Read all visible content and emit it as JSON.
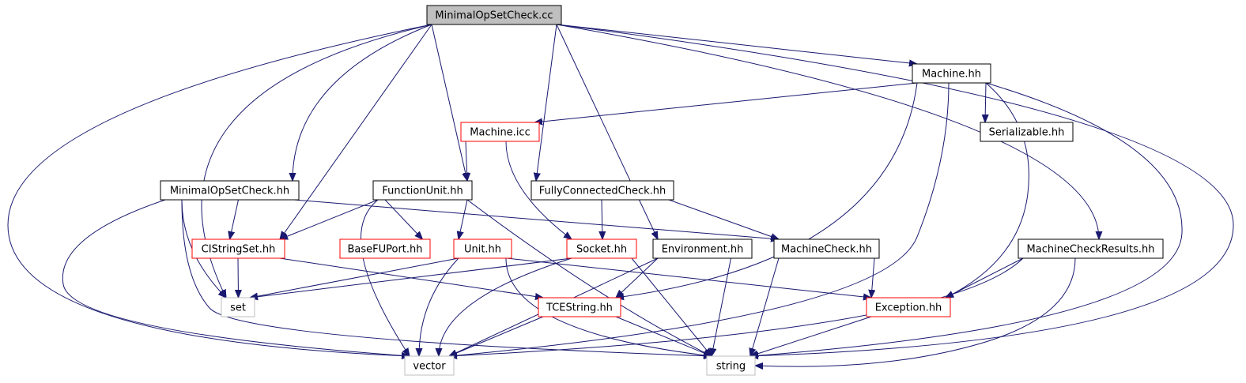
{
  "colors": {
    "edge": "#191970",
    "border_black": "#000000",
    "border_red": "#ff0000",
    "border_gray": "#bfbfbf",
    "root_fill": "#bfbfbf",
    "node_fill": "#ffffff"
  },
  "nodes": [
    {
      "id": "root",
      "label": "MinimalOpSetCheck.cc",
      "style": "root"
    },
    {
      "id": "machine_hh",
      "label": "Machine.hh",
      "style": "black"
    },
    {
      "id": "serializable_hh",
      "label": "Serializable.hh",
      "style": "black"
    },
    {
      "id": "machine_icc",
      "label": "Machine.icc",
      "style": "red"
    },
    {
      "id": "minimalopsetcheck_hh",
      "label": "MinimalOpSetCheck.hh",
      "style": "black"
    },
    {
      "id": "functionunit_hh",
      "label": "FunctionUnit.hh",
      "style": "black"
    },
    {
      "id": "fullyconnectedcheck_hh",
      "label": "FullyConnectedCheck.hh",
      "style": "black"
    },
    {
      "id": "cistringset_hh",
      "label": "CIStringSet.hh",
      "style": "red"
    },
    {
      "id": "basefuport_hh",
      "label": "BaseFUPort.hh",
      "style": "red"
    },
    {
      "id": "unit_hh",
      "label": "Unit.hh",
      "style": "red"
    },
    {
      "id": "socket_hh",
      "label": "Socket.hh",
      "style": "red"
    },
    {
      "id": "environment_hh",
      "label": "Environment.hh",
      "style": "black"
    },
    {
      "id": "machinecheck_hh",
      "label": "MachineCheck.hh",
      "style": "black"
    },
    {
      "id": "machinecheckresults_hh",
      "label": "MachineCheckResults.hh",
      "style": "black"
    },
    {
      "id": "set",
      "label": "set",
      "style": "gray"
    },
    {
      "id": "tcestring_hh",
      "label": "TCEString.hh",
      "style": "red"
    },
    {
      "id": "exception_hh",
      "label": "Exception.hh",
      "style": "red"
    },
    {
      "id": "vector",
      "label": "vector",
      "style": "gray"
    },
    {
      "id": "string",
      "label": "string",
      "style": "gray"
    }
  ],
  "edges": [
    [
      "root",
      "vector"
    ],
    [
      "root",
      "set"
    ],
    [
      "root",
      "minimalopsetcheck_hh"
    ],
    [
      "root",
      "cistringset_hh"
    ],
    [
      "root",
      "functionunit_hh"
    ],
    [
      "root",
      "fullyconnectedcheck_hh"
    ],
    [
      "root",
      "environment_hh"
    ],
    [
      "root",
      "machine_hh"
    ],
    [
      "root",
      "machinecheckresults_hh"
    ],
    [
      "root",
      "string"
    ],
    [
      "machine_hh",
      "machine_icc"
    ],
    [
      "machine_hh",
      "serializable_hh"
    ],
    [
      "machine_hh",
      "tcestring_hh"
    ],
    [
      "machine_hh",
      "vector"
    ],
    [
      "machine_hh",
      "exception_hh"
    ],
    [
      "machine_hh",
      "string"
    ],
    [
      "machine_icc",
      "functionunit_hh"
    ],
    [
      "machine_icc",
      "socket_hh"
    ],
    [
      "minimalopsetcheck_hh",
      "cistringset_hh"
    ],
    [
      "minimalopsetcheck_hh",
      "set"
    ],
    [
      "minimalopsetcheck_hh",
      "vector"
    ],
    [
      "minimalopsetcheck_hh",
      "string"
    ],
    [
      "minimalopsetcheck_hh",
      "machinecheck_hh"
    ],
    [
      "functionunit_hh",
      "cistringset_hh"
    ],
    [
      "functionunit_hh",
      "basefuport_hh"
    ],
    [
      "functionunit_hh",
      "unit_hh"
    ],
    [
      "functionunit_hh",
      "vector"
    ],
    [
      "functionunit_hh",
      "string"
    ],
    [
      "fullyconnectedcheck_hh",
      "socket_hh"
    ],
    [
      "fullyconnectedcheck_hh",
      "machinecheck_hh"
    ],
    [
      "cistringset_hh",
      "set"
    ],
    [
      "cistringset_hh",
      "tcestring_hh"
    ],
    [
      "unit_hh",
      "set"
    ],
    [
      "unit_hh",
      "vector"
    ],
    [
      "unit_hh",
      "string"
    ],
    [
      "unit_hh",
      "exception_hh"
    ],
    [
      "socket_hh",
      "set"
    ],
    [
      "socket_hh",
      "vector"
    ],
    [
      "socket_hh",
      "string"
    ],
    [
      "environment_hh",
      "tcestring_hh"
    ],
    [
      "environment_hh",
      "vector"
    ],
    [
      "environment_hh",
      "string"
    ],
    [
      "machinecheck_hh",
      "exception_hh"
    ],
    [
      "machinecheck_hh",
      "string"
    ],
    [
      "machinecheckresults_hh",
      "exception_hh"
    ],
    [
      "machinecheckresults_hh",
      "vector"
    ],
    [
      "machinecheckresults_hh",
      "string"
    ],
    [
      "tcestring_hh",
      "vector"
    ],
    [
      "tcestring_hh",
      "string"
    ],
    [
      "exception_hh",
      "string"
    ]
  ]
}
